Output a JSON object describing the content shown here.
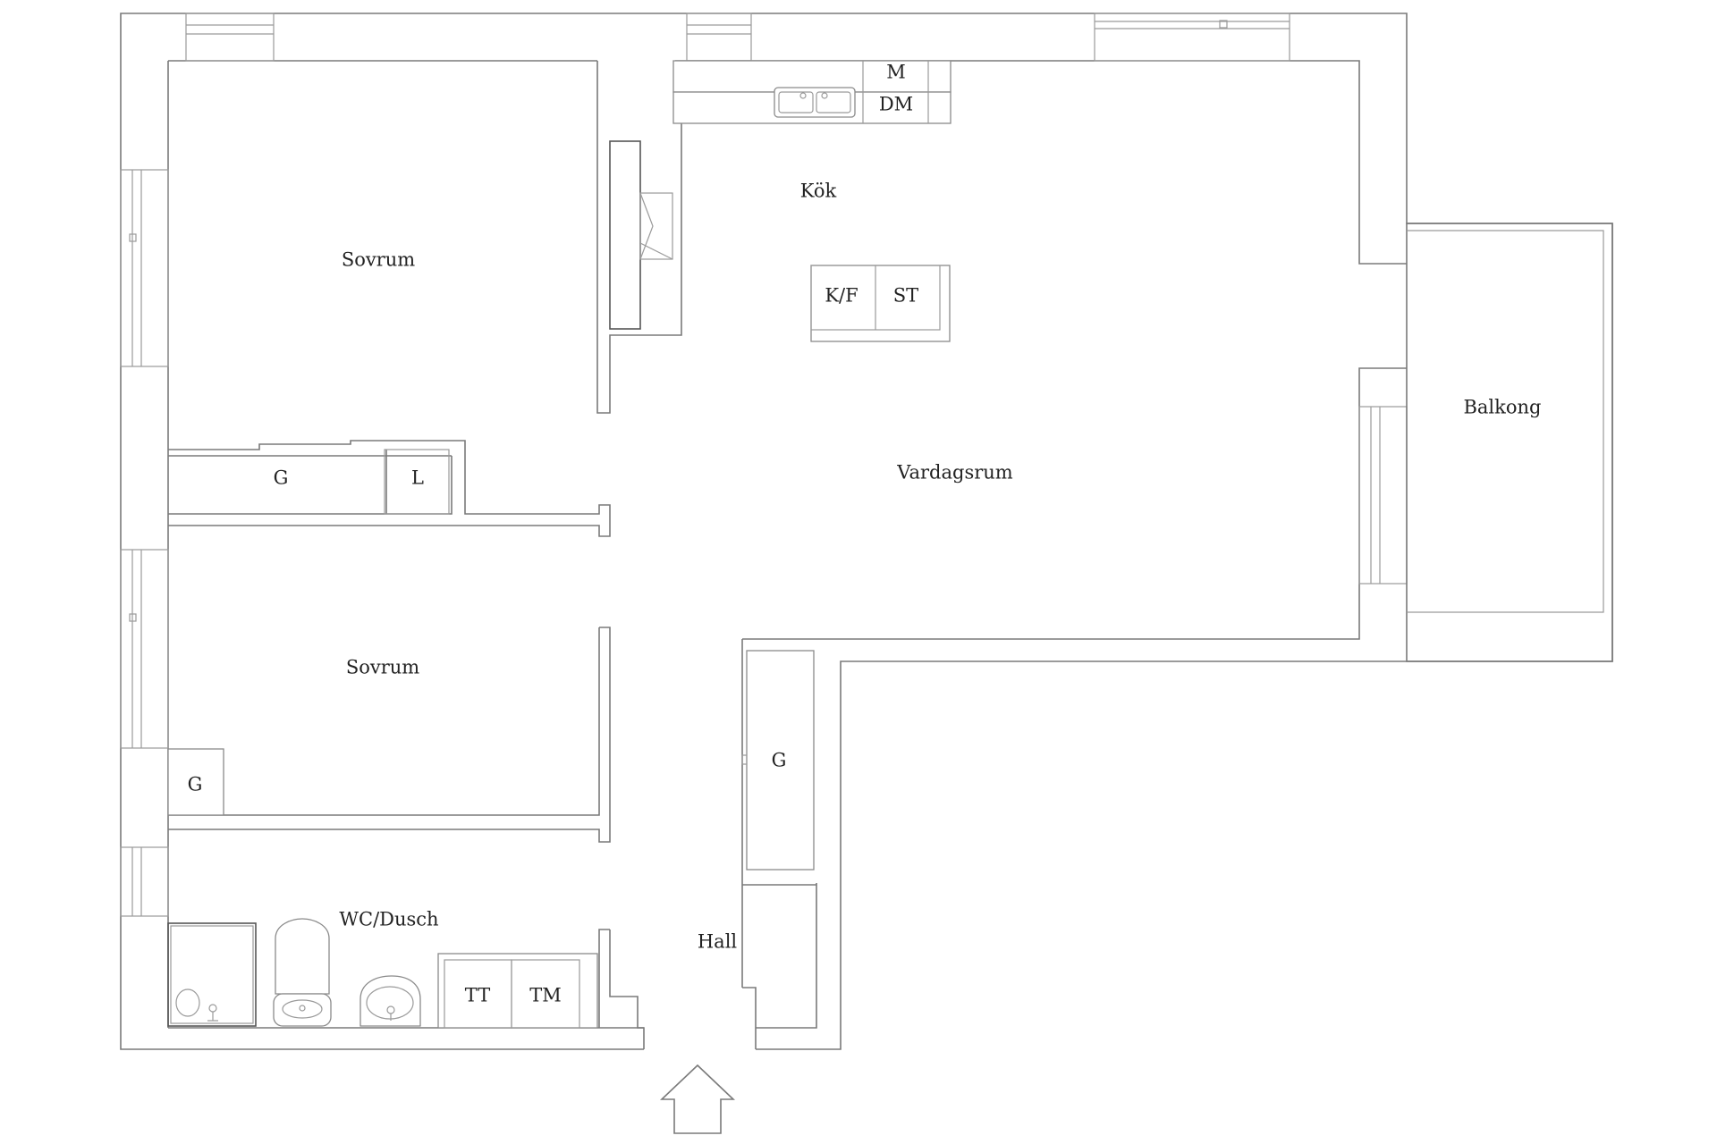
{
  "floorplan": {
    "rooms": {
      "kok": "Kök",
      "vardagsrum": "Vardagsrum",
      "sovrum_upper": "Sovrum",
      "sovrum_lower": "Sovrum",
      "wc_dusch": "WC/Dusch",
      "hall": "Hall",
      "balkong": "Balkong"
    },
    "fixtures": {
      "microwave": "M",
      "dishwasher": "DM",
      "fridge_freezer": "K/F",
      "stove": "ST",
      "wardrobe_upper": "G",
      "linen_closet": "L",
      "wardrobe_lower": "G",
      "wardrobe_hall": "G",
      "dryer": "TT",
      "washer": "TM"
    },
    "colors": {
      "wall": "#7a7a7a",
      "background": "#ffffff",
      "text": "#222222"
    }
  }
}
